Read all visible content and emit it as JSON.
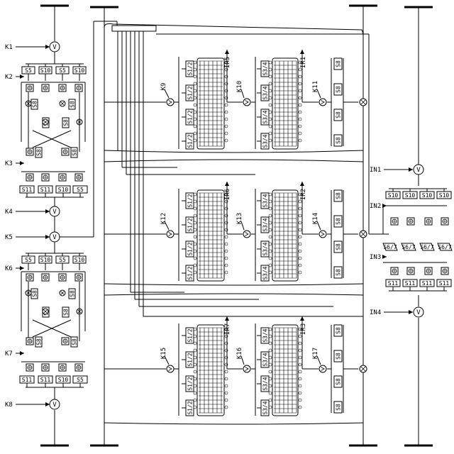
{
  "left_inputs": [
    "K1",
    "K2",
    "K3",
    "K4",
    "K5",
    "K6",
    "K7",
    "K8"
  ],
  "right_inputs": [
    "IN1",
    "IN2",
    "IN3",
    "IN4"
  ],
  "middle_controls": [
    {
      "top": "K9",
      "mid": "K10",
      "right": "K11"
    },
    {
      "top": "K12",
      "mid": "K13",
      "right": "K14"
    },
    {
      "top": "K15",
      "mid": "K16",
      "right": "K17"
    }
  ],
  "outputs": [
    {
      "a": "IR5",
      "b": "IR1"
    },
    {
      "a": "IR6",
      "b": "IR2"
    },
    {
      "a": "IR7",
      "b": "IR3"
    }
  ],
  "box_labels": {
    "s5": "S5",
    "s10": "S10",
    "s11": "S11",
    "s12": "S1/2",
    "s34": "S3/4",
    "s67": "S6/7",
    "s8": "S8",
    "v": "V"
  }
}
